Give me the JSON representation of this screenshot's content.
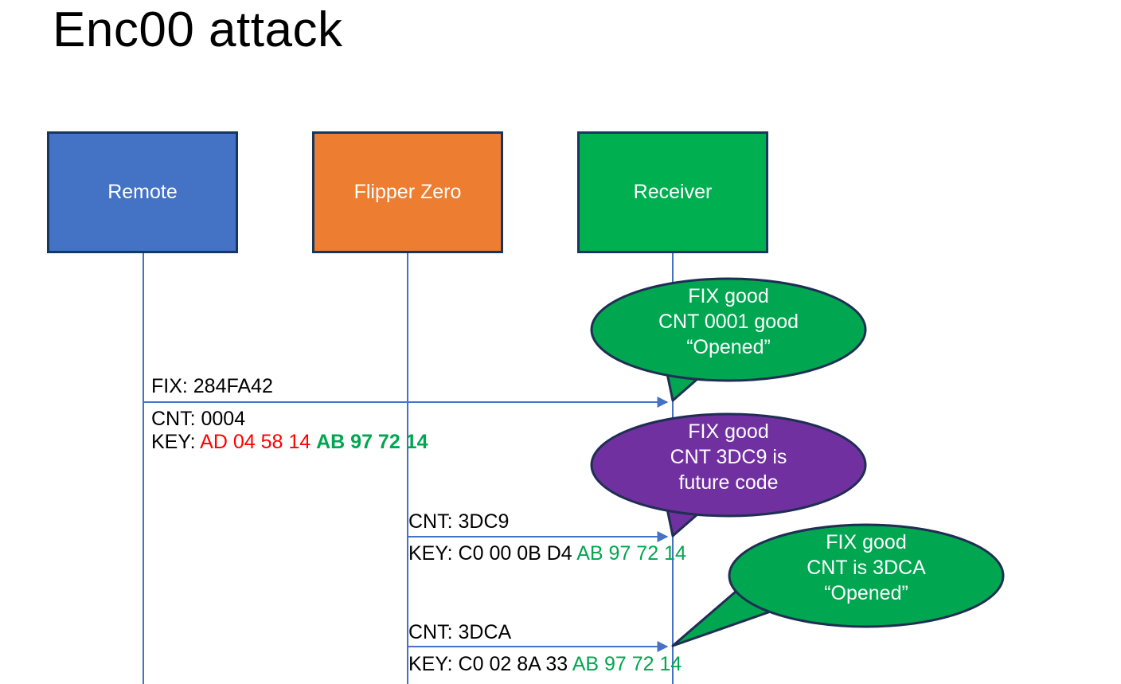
{
  "title": "Enc00 attack",
  "colors": {
    "remote": "#4472C4",
    "flipper": "#ED7D31",
    "receiver": "#00AF50",
    "bubble_green": "#00A650",
    "bubble_purple": "#7030A0",
    "outline": "#1F2E52",
    "lifeline": "#4472C4",
    "key_red": "#FF0000",
    "key_green": "#00A650",
    "text_black": "#000000"
  },
  "actors": [
    {
      "id": "remote",
      "label": "Remote"
    },
    {
      "id": "flipper",
      "label": "Flipper Zero"
    },
    {
      "id": "receiver",
      "label": "Receiver"
    }
  ],
  "messages": [
    {
      "id": "msg-1",
      "from": "remote",
      "to": "receiver",
      "above_label": "FIX: 284FA42",
      "below_lines": [
        {
          "segments": [
            {
              "text": "CNT: 0004",
              "style": "black"
            }
          ]
        },
        {
          "segments": [
            {
              "text": "KEY: ",
              "style": "black"
            },
            {
              "text": "AD 04 58 14 ",
              "style": "red"
            },
            {
              "text": "AB 97 72 14",
              "style": "green-bold"
            }
          ]
        }
      ]
    },
    {
      "id": "msg-2",
      "from": "flipper",
      "to": "receiver",
      "above_label": "CNT: 3DC9",
      "below_lines": [
        {
          "segments": [
            {
              "text": "KEY: C0 00 0B D4 ",
              "style": "black"
            },
            {
              "text": "AB 97 72 14",
              "style": "green"
            }
          ]
        }
      ]
    },
    {
      "id": "msg-3",
      "from": "flipper",
      "to": "receiver",
      "above_label": "CNT: 3DCA",
      "below_lines": [
        {
          "segments": [
            {
              "text": "KEY: C0 02 8A 33 ",
              "style": "black"
            },
            {
              "text": "AB 97 72 14",
              "style": "green"
            }
          ]
        }
      ]
    }
  ],
  "callouts": [
    {
      "id": "callout-1",
      "color": "green",
      "lines": [
        "FIX good",
        "CNT 0001 good",
        "“Opened”"
      ]
    },
    {
      "id": "callout-2",
      "color": "purple",
      "lines": [
        "FIX good",
        "CNT 3DC9 is",
        "future code"
      ]
    },
    {
      "id": "callout-3",
      "color": "green",
      "lines": [
        "FIX good",
        "CNT is 3DCA",
        "“Opened”"
      ]
    }
  ]
}
